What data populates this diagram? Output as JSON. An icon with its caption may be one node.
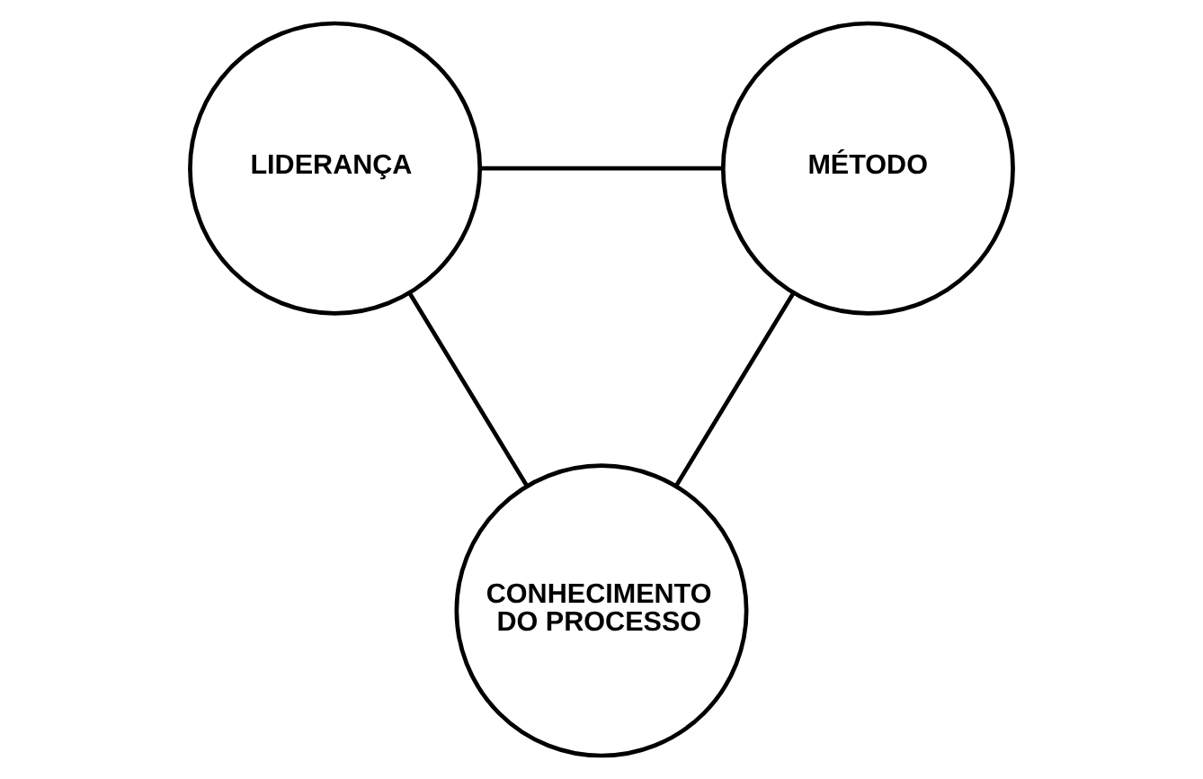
{
  "diagram": {
    "nodes": [
      {
        "text": [
          "LIDERANÇA"
        ]
      },
      {
        "text": [
          "MÉTODO"
        ]
      },
      {
        "text": [
          "CONHECIMENTO DO PROCESSO"
        ]
      }
    ],
    "edges": [
      {
        "from": 0,
        "to": 1,
        "arrow": "none"
      },
      {
        "from": 0,
        "to": 2,
        "arrow": "none"
      },
      {
        "from": 1,
        "to": 2,
        "arrow": "none"
      }
    ]
  }
}
